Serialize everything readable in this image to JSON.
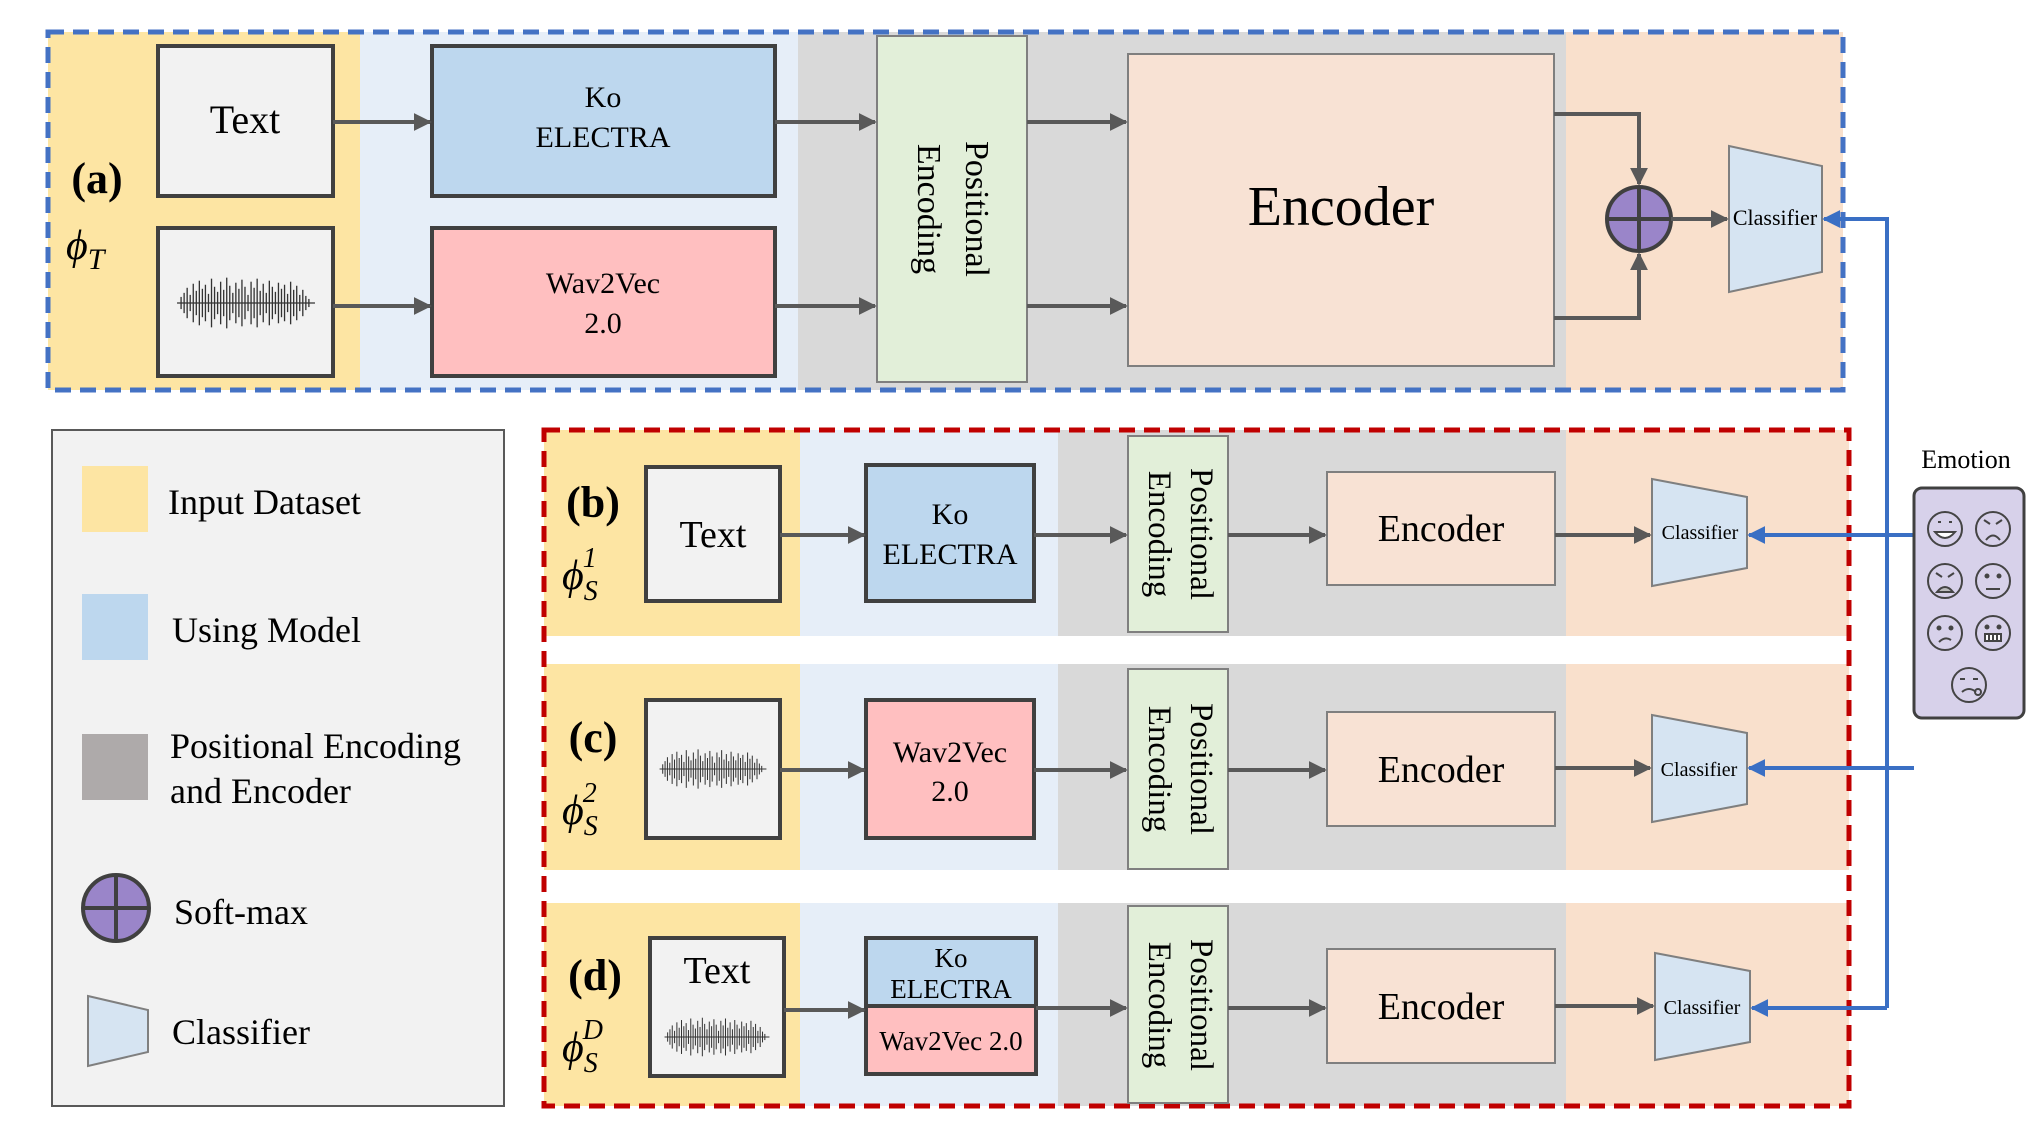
{
  "panels": {
    "a": {
      "tag": "(a)",
      "phi_base": "ϕ",
      "phi_sub": "T",
      "phi_sup": "",
      "text_box": "Text",
      "ko_line1": "Ko",
      "ko_line2": "ELECTRA",
      "w2v_line1": "Wav2Vec",
      "w2v_line2": "2.0",
      "pe_line1": "Positional",
      "pe_line2": "Encoding",
      "encoder": "Encoder",
      "classifier": "Classifier"
    },
    "b": {
      "tag": "(b)",
      "phi_base": "ϕ",
      "phi_sub": "S",
      "phi_sup": "1",
      "text_box": "Text",
      "model_line1": "Ko",
      "model_line2": "ELECTRA",
      "pe_line1": "Positional",
      "pe_line2": "Encoding",
      "encoder": "Encoder",
      "classifier": "Classifier"
    },
    "c": {
      "tag": "(c)",
      "phi_base": "ϕ",
      "phi_sub": "S",
      "phi_sup": "2",
      "model_line1": "Wav2Vec",
      "model_line2": "2.0",
      "pe_line1": "Positional",
      "pe_line2": "Encoding",
      "encoder": "Encoder",
      "classifier": "Classifier"
    },
    "d": {
      "tag": "(d)",
      "phi_base": "ϕ",
      "phi_sub": "S",
      "phi_sup": "D",
      "text_box": "Text",
      "ko_line1": "Ko",
      "ko_line2": "ELECTRA",
      "w2v_line": "Wav2Vec 2.0",
      "pe_line1": "Positional",
      "pe_line2": "Encoding",
      "encoder": "Encoder",
      "classifier": "Classifier"
    }
  },
  "legend": {
    "items": [
      {
        "label1": "Input Dataset",
        "label2": ""
      },
      {
        "label1": "Using Model",
        "label2": ""
      },
      {
        "label1": "Positional Encoding",
        "label2": "and Encoder"
      },
      {
        "label1": "Soft-max",
        "label2": ""
      },
      {
        "label1": "Classifier",
        "label2": ""
      }
    ]
  },
  "emotion": {
    "title": "Emotion",
    "faces": 7
  },
  "colors": {
    "input_dataset": "#fde5a3",
    "using_model": "#e6eef8",
    "pe_encoder": "#d9d9d9",
    "classifier_zone": "#f9e0cc",
    "ko_electra": "#bdd7ee",
    "wav2vec": "#ffbfc0",
    "positional": "#e2efd9",
    "encoder": "#f8e2d4",
    "classifier": "#d6e4f2",
    "softmax": "#9a85c9",
    "teacher_border": "#4472c4",
    "student_border": "#c00000",
    "link": "#3a6fc4",
    "arrow": "#595959"
  }
}
